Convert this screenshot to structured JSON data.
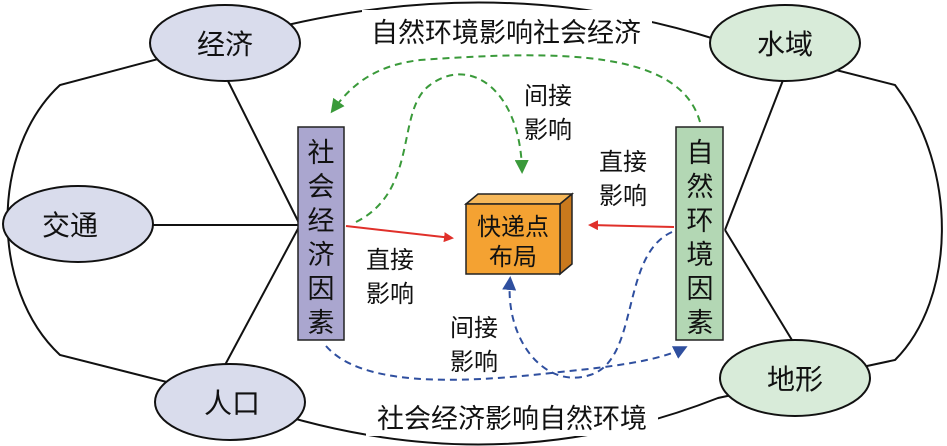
{
  "nodes": {
    "economy": "经济",
    "transport": "交通",
    "population": "人口",
    "water": "水域",
    "terrain": "地形"
  },
  "factors": {
    "social": [
      "社",
      "会",
      "经",
      "济",
      "因",
      "素"
    ],
    "natural": [
      "自",
      "然",
      "环",
      "境",
      "因",
      "素"
    ]
  },
  "center": {
    "line1": "快递点",
    "line2": "布局"
  },
  "edge_labels": {
    "top": "自然环境影响社会经济",
    "bottom": "社会经济影响自然环境",
    "direct_left": [
      "直接",
      "影响"
    ],
    "direct_right": [
      "直接",
      "影响"
    ],
    "indirect_top": [
      "间接",
      "影响"
    ],
    "indirect_bottom": [
      "间接",
      "影响"
    ]
  },
  "colors": {
    "left_ellipse_fill": "#d9dcec",
    "right_ellipse_fill": "#d8ebd9",
    "social_box_fill": "#aaa6cf",
    "natural_box_fill": "#b3d7b4",
    "center_box_fill": "#f4a232",
    "direct_arrow": "#e0302a",
    "indirect_top_arrow": "#3a9a3a",
    "indirect_bottom_arrow": "#2f4f9f"
  }
}
